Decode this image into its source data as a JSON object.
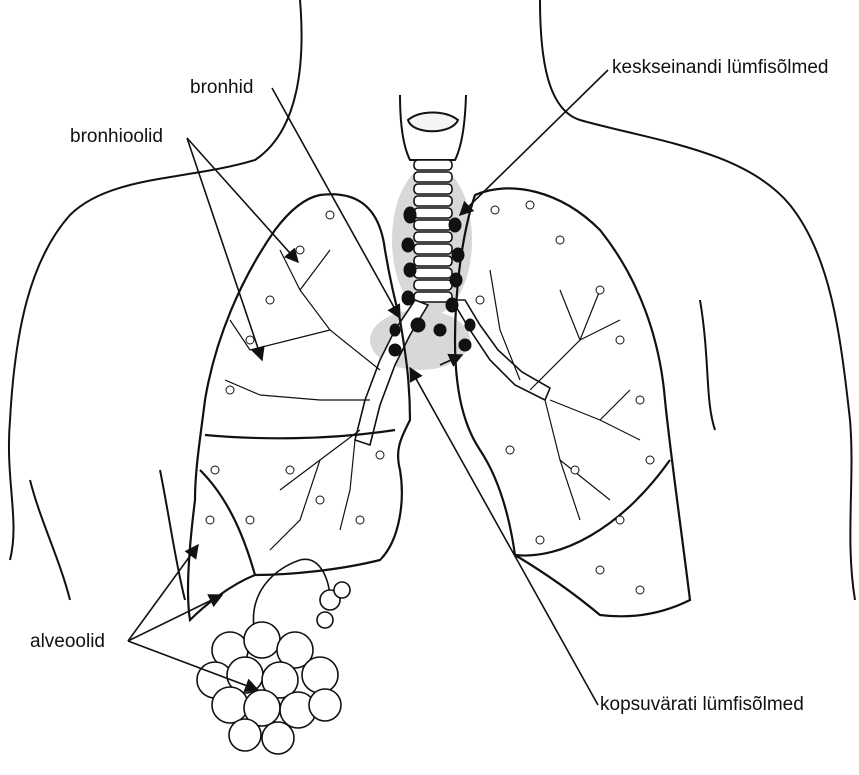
{
  "labels": {
    "bronhid": "bronhid",
    "bronhioolid": "bronhioolid",
    "keskseinandi": "keskseinandi lümfisõlmed",
    "alveoolid": "alveoolid",
    "kopsuvarati": "kopsuvärati lümfisõlmed"
  },
  "colors": {
    "ink": "#111111",
    "node_fill": "#111111",
    "shade": "#bdbdbd"
  }
}
